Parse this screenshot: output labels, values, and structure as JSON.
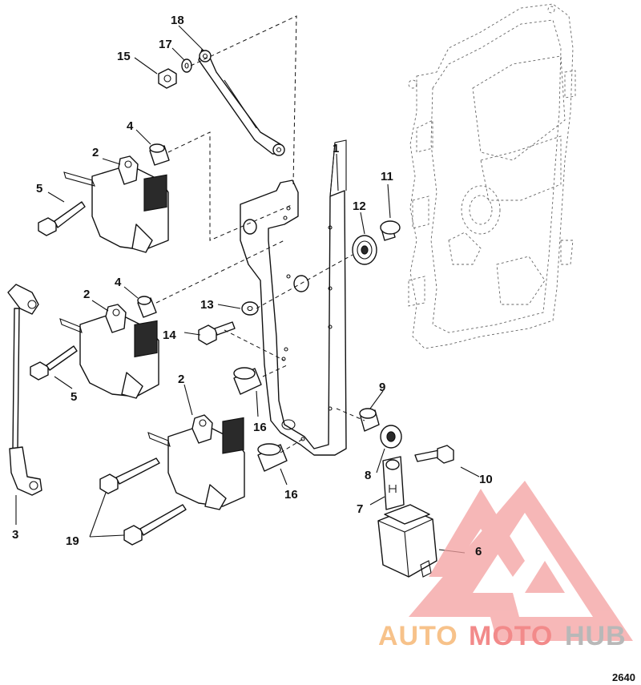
{
  "figure_number": "2640",
  "watermark": {
    "part1": "AUTO",
    "part2": "MOTO",
    "part3": "HUB"
  },
  "callouts": [
    {
      "id": "c18",
      "text": "18"
    },
    {
      "id": "c17",
      "text": "17"
    },
    {
      "id": "c15",
      "text": "15"
    },
    {
      "id": "c4a",
      "text": "4"
    },
    {
      "id": "c2a",
      "text": "2"
    },
    {
      "id": "c5a",
      "text": "5"
    },
    {
      "id": "c1",
      "text": "1"
    },
    {
      "id": "c11",
      "text": "11"
    },
    {
      "id": "c12",
      "text": "12"
    },
    {
      "id": "c4b",
      "text": "4"
    },
    {
      "id": "c2b",
      "text": "2"
    },
    {
      "id": "c13",
      "text": "13"
    },
    {
      "id": "c14",
      "text": "14"
    },
    {
      "id": "c5b",
      "text": "5"
    },
    {
      "id": "c2c",
      "text": "2"
    },
    {
      "id": "c16a",
      "text": "16"
    },
    {
      "id": "c9",
      "text": "9"
    },
    {
      "id": "c16b",
      "text": "16"
    },
    {
      "id": "c8",
      "text": "8"
    },
    {
      "id": "c10",
      "text": "10"
    },
    {
      "id": "c7",
      "text": "7"
    },
    {
      "id": "c6",
      "text": "6"
    },
    {
      "id": "c3",
      "text": "3"
    },
    {
      "id": "c19",
      "text": "19"
    }
  ],
  "colors": {
    "watermark_triangle": "#f4a0a0",
    "watermark_auto": "#f7c28a",
    "watermark_moto": "#f28a8a",
    "watermark_hub": "#b8b8b8",
    "line": "#111111"
  }
}
